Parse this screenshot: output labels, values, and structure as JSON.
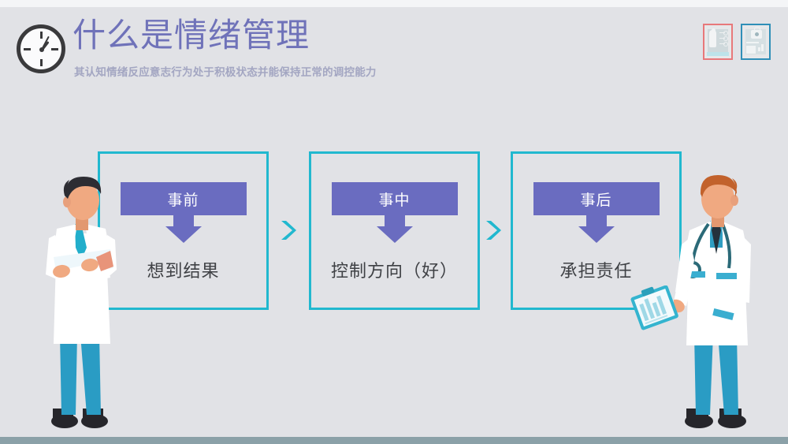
{
  "slide": {
    "background_color": "#e1e2e6",
    "floor_color": "#8ba1a8",
    "top_strip_color": "#f4f5f7"
  },
  "header": {
    "title": "什么是情绪管理",
    "subtitle": "其认知情绪反应意志行为处于积极状态并能保持正常的调控能力",
    "title_color": "#6f72b9",
    "subtitle_color": "#a3a6c2",
    "clock_icon": "clock-icon"
  },
  "corner_icons": [
    {
      "name": "medical-body-chart-icon",
      "border_color": "#e8787a"
    },
    {
      "name": "medical-bag-report-icon",
      "border_color": "#2f8fb8"
    }
  ],
  "flow": {
    "accent_border_color": "#21b8cf",
    "label_fill_color": "#6a6cc0",
    "steps": [
      {
        "label": "事前",
        "description": "想到结果"
      },
      {
        "label": "事中",
        "description": "控制方向（好）"
      },
      {
        "label": "事后",
        "description": "承担责任"
      }
    ],
    "connectors": [
      {
        "name": "chevron-right-icon"
      },
      {
        "name": "chevron-right-icon"
      }
    ]
  },
  "illustrations": {
    "left_doctor": {
      "name": "doctor-arms-crossed",
      "hair_color": "#2d2d33",
      "skin_color": "#f0a981",
      "coat_color": "#ffffff",
      "pants_color": "#2a9cc4",
      "shoe_color": "#26262b"
    },
    "right_doctor": {
      "name": "doctor-with-clipboard",
      "hair_color": "#c2622c",
      "skin_color": "#f0a981",
      "coat_color": "#ffffff",
      "pants_color": "#2a9cc4",
      "shoe_color": "#26262b",
      "accessory": "stethoscope"
    }
  }
}
